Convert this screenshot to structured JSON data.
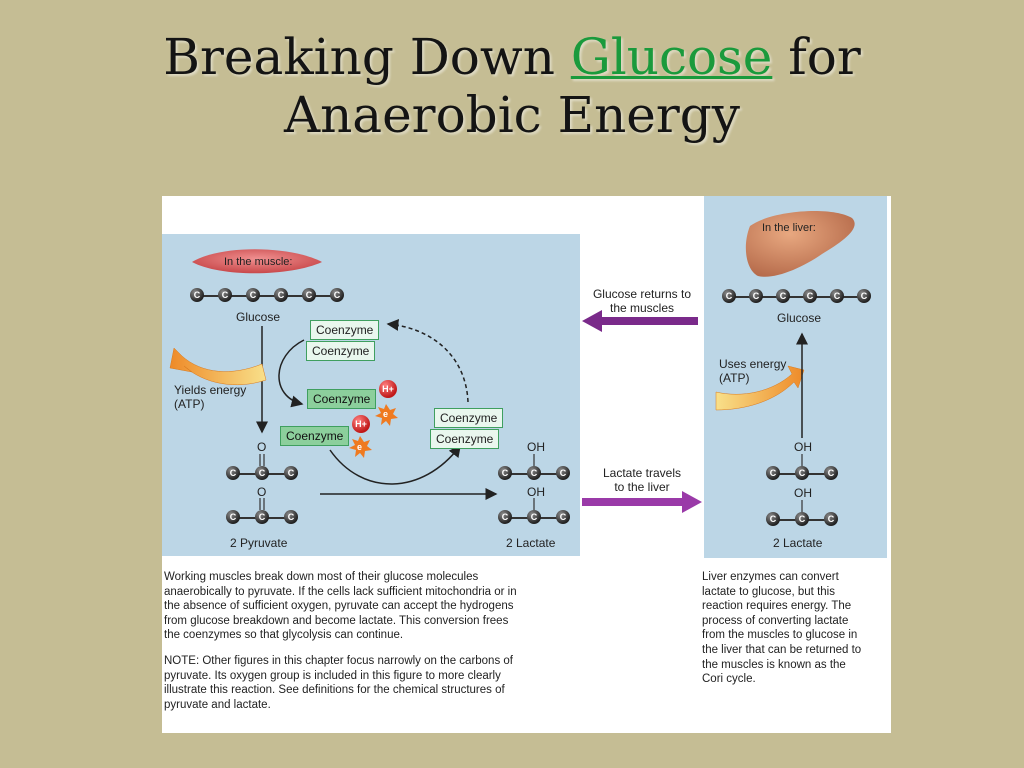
{
  "title": {
    "prefix": "Breaking Down ",
    "keyword": "Glucose",
    "suffix": " for",
    "line2": "Anaerobic Energy"
  },
  "muscle": {
    "label": "In the muscle:",
    "glucose_label": "Glucose",
    "yields_energy": "Yields energy",
    "atp": "(ATP)",
    "pyruvate_label": "2 Pyruvate",
    "lactate_label": "2 Lactate",
    "oxygen": "O",
    "hydroxyl": "OH",
    "carbon": "C"
  },
  "coenzyme": {
    "label": "Coenzyme",
    "hplus": "H+",
    "electron": "e"
  },
  "transfers": {
    "glucose_returns_1": "Glucose returns to",
    "glucose_returns_2": "the muscles",
    "lactate_travels_1": "Lactate travels",
    "lactate_travels_2": "to the liver"
  },
  "liver": {
    "label": "In the liver:",
    "glucose_label": "Glucose",
    "uses_energy": "Uses energy",
    "atp": "(ATP)",
    "lactate_label": "2 Lactate"
  },
  "captions": {
    "muscle_p1": [
      "Working muscles break down most of their glucose molecules",
      "anaerobically to pyruvate. If the cells lack sufficient mitochondria or in",
      "the absence of sufficient oxygen, pyruvate can accept the hydrogens",
      "from glucose breakdown and become lactate. This conversion frees",
      "the coenzymes so that glycolysis can continue."
    ],
    "muscle_p2": [
      "NOTE: Other figures in this chapter focus narrowly on the carbons of",
      "pyruvate. Its oxygen group is included in this figure to more clearly",
      "illustrate this reaction. See definitions for the chemical structures of",
      "pyruvate and lactate."
    ],
    "liver_p1": [
      "Liver enzymes can convert",
      "lactate to glucose, but this",
      "reaction requires energy. The",
      "process of converting lactate",
      "from the muscles to glucose in",
      "the liver that can be returned to",
      "the muscles is known as the",
      "Cori cycle."
    ]
  },
  "colors": {
    "panel": "#bcd6e6",
    "coenzyme_light": "#e9f7ee",
    "coenzyme_dark": "#8ccf9c",
    "transfer_arrow": "#7a2a8a",
    "energy_arrow": "#f0a030",
    "glucose_keyword": "#1a9a3c"
  }
}
